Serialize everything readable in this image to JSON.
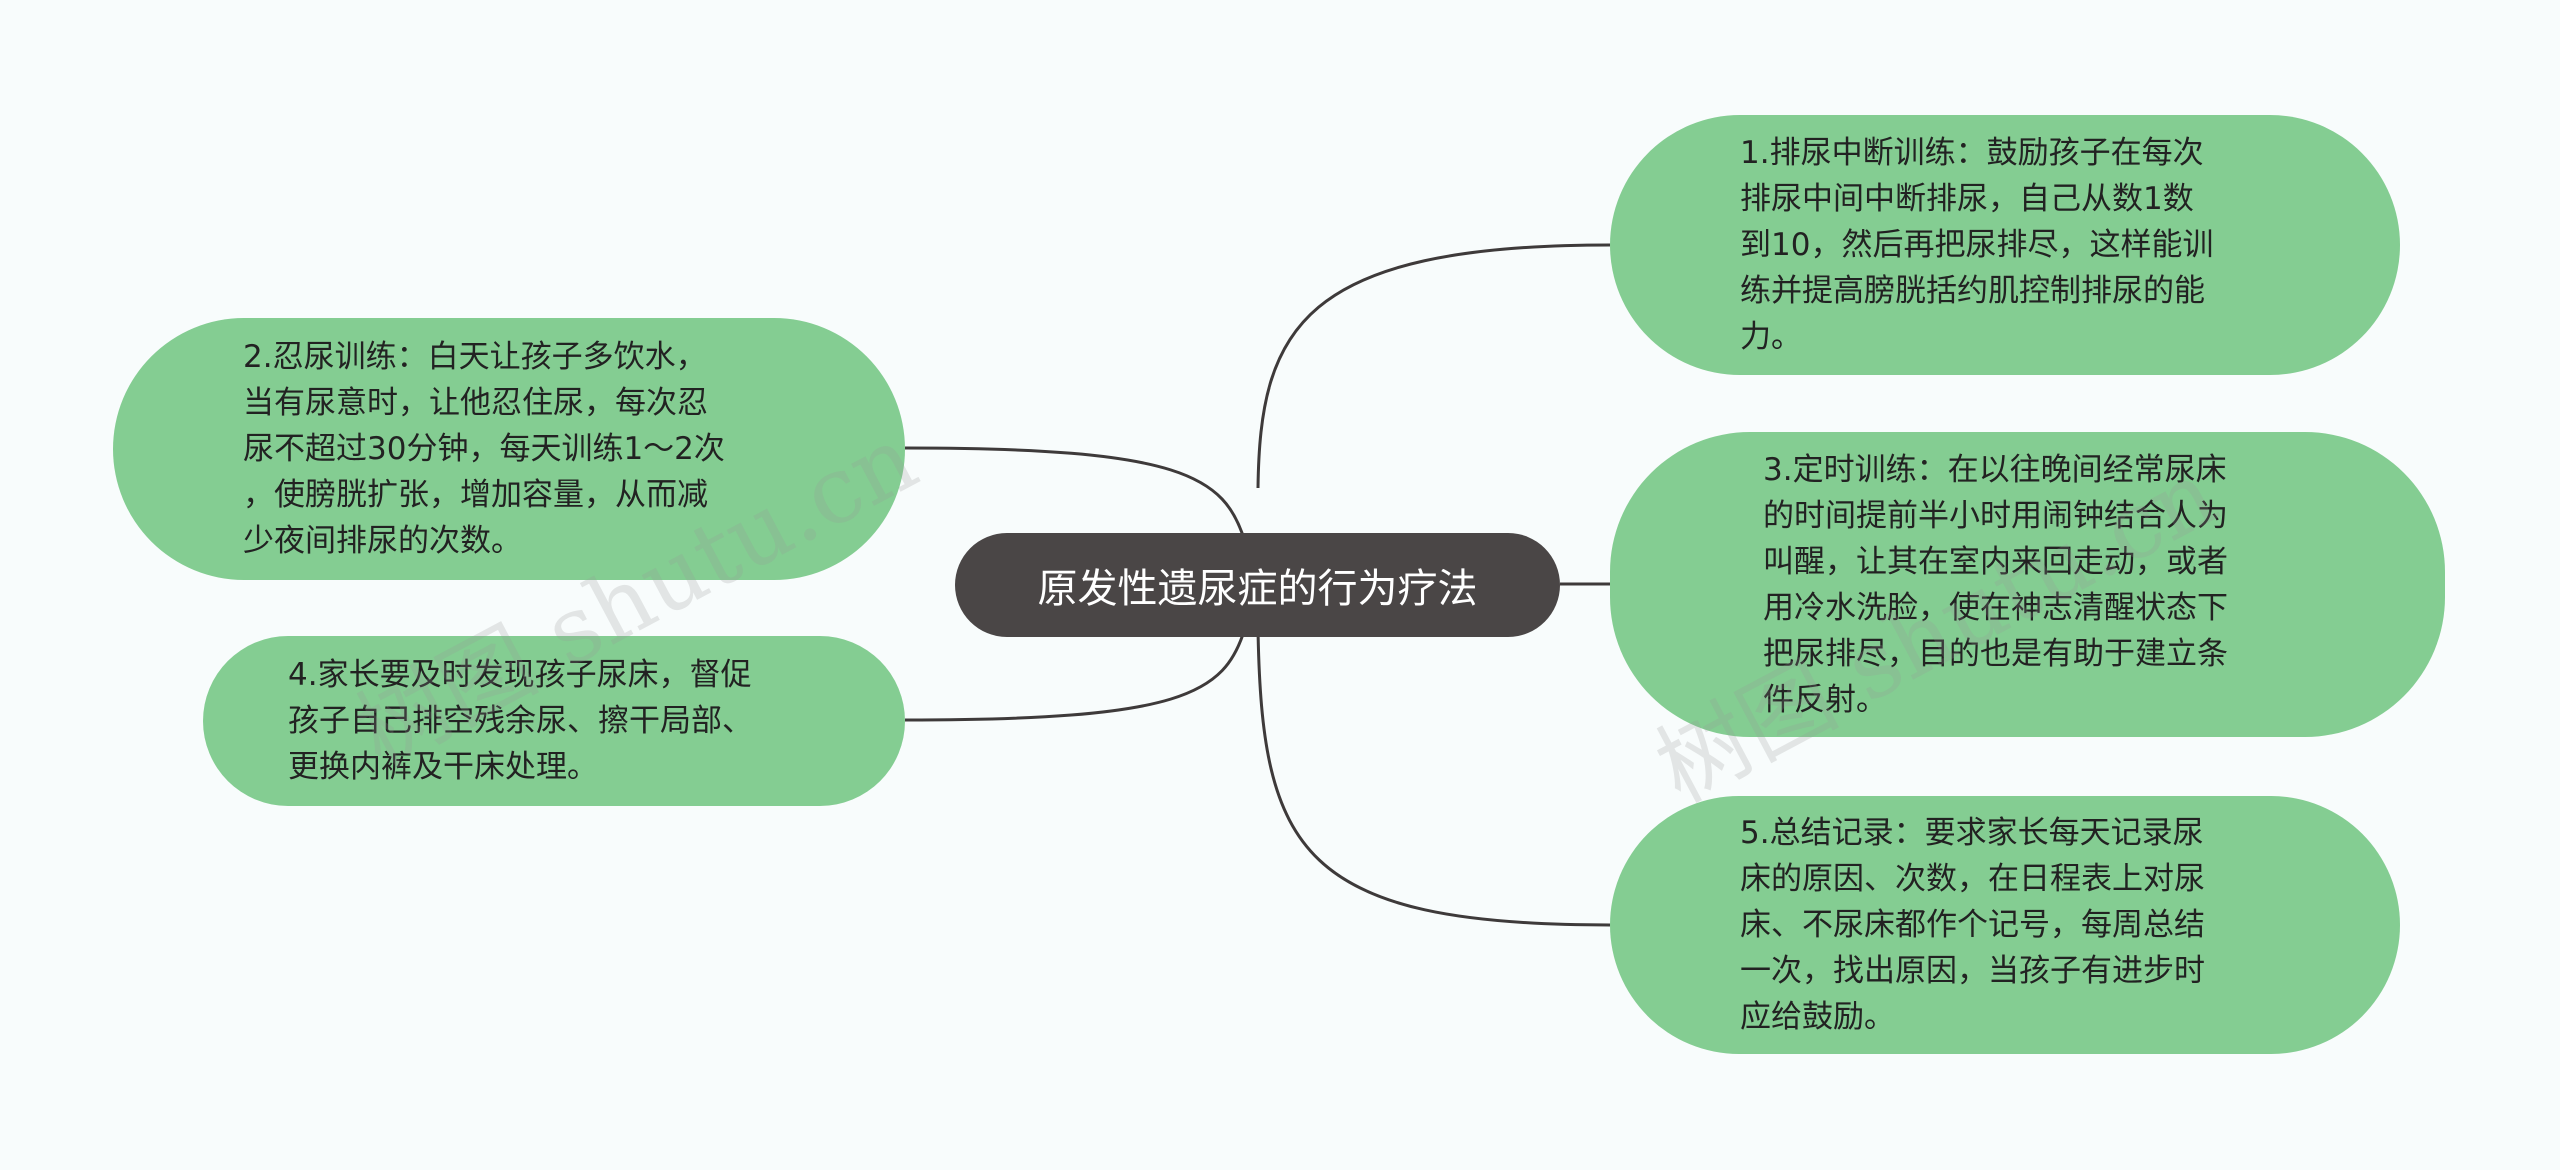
{
  "mindmap": {
    "root": {
      "label": "原发性遗尿症的行为疗法"
    },
    "branches": [
      {
        "id": "b1",
        "text": "1.排尿中断训练：鼓励孩子在每次\n排尿中间中断排尿，自己从数1数\n到10，然后再把尿排尽，这样能训\n练并提高膀胱括约肌控制排尿的能\n力。"
      },
      {
        "id": "b2",
        "text": "2.忍尿训练：白天让孩子多饮水，\n当有尿意时，让他忍住尿，每次忍\n尿不超过30分钟，每天训练1～2次\n，使膀胱扩张，增加容量，从而减\n少夜间排尿的次数。"
      },
      {
        "id": "b3",
        "text": "3.定时训练：在以往晚间经常尿床\n的时间提前半小时用闹钟结合人为\n叫醒，让其在室内来回走动，或者\n用冷水洗脸，使在神志清醒状态下\n把尿排尽，目的也是有助于建立条\n件反射。"
      },
      {
        "id": "b4",
        "text": "4.家长要及时发现孩子尿床，督促\n孩子自己排空残余尿、擦干局部、\n更换内裤及干床处理。"
      },
      {
        "id": "b5",
        "text": "5.总结记录：要求家长每天记录尿\n床的原因、次数，在日程表上对尿\n床、不尿床都作个记号，每周总结\n一次，找出原因，当孩子有进步时\n应给鼓励。"
      }
    ]
  },
  "watermark": {
    "text": "树图 shutu.cn"
  },
  "colors": {
    "background": "#f8fcfc",
    "node_fill": "#84cd92",
    "root_fill": "#4a4646",
    "connector": "#3e3a3a"
  }
}
